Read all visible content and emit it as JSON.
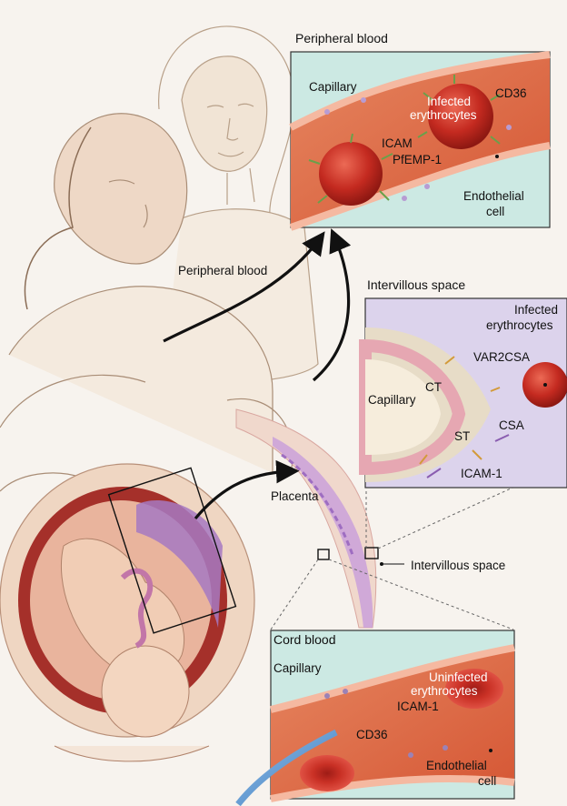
{
  "peripheral_panel": {
    "title": "Peripheral blood",
    "capillary": "Capillary",
    "infected_1": "Infected",
    "infected_2": "erythrocytes",
    "cd36": "CD36",
    "icam": "ICAM",
    "pfemp1": "PfEMP-1",
    "endothelial_1": "Endothelial",
    "endothelial_2": "cell"
  },
  "main": {
    "peripheral_blood": "Peripheral blood",
    "placenta": "Placenta",
    "intervillous_space": "Intervillous space"
  },
  "intervillous_panel": {
    "title": "Intervillous space",
    "infected_1": "Infected",
    "infected_2": "erythrocytes",
    "var2csa": "VAR2CSA",
    "capillary": "Capillary",
    "ct": "CT",
    "st": "ST",
    "csa": "CSA",
    "icam1": "ICAM-1"
  },
  "cord_panel": {
    "title": "Cord blood",
    "capillary": "Capillary",
    "uninfected_1": "Uninfected",
    "uninfected_2": "erythrocytes",
    "icam1": "ICAM-1",
    "cd36": "CD36",
    "endothelial_1": "Endothelial",
    "endothelial_2": "cell"
  },
  "colors": {
    "background": "#f7f3ee",
    "vessel_red": "#d9633e",
    "erythrocyte": "#c42a20",
    "endothelium": "#f2b49a",
    "intervillous_fill": "#dcd3ec",
    "arrow": "#111111",
    "fetal_arrow": "#5d97cf"
  }
}
